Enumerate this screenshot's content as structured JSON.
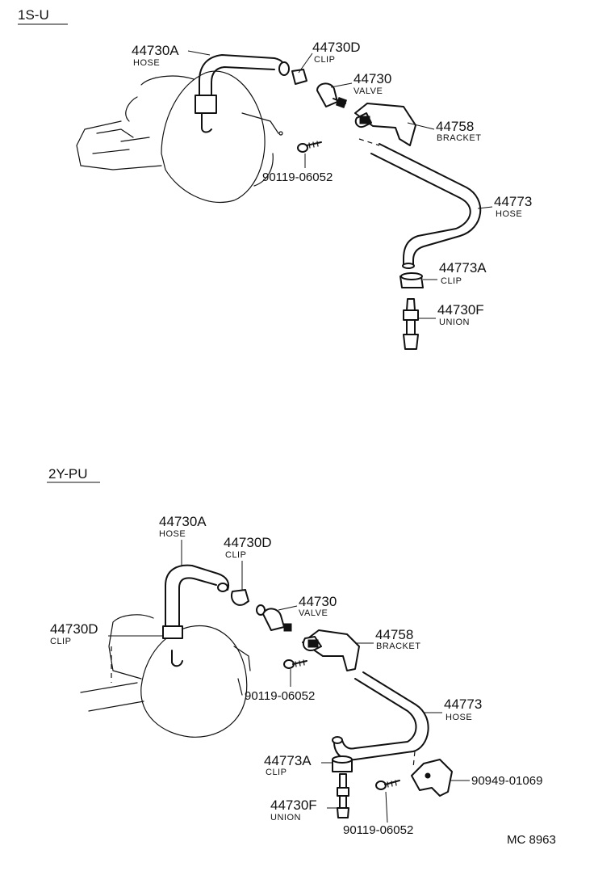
{
  "sections": {
    "top": {
      "title": "1S-U"
    },
    "bottom": {
      "title": "2Y-PU"
    }
  },
  "top_callouts": {
    "hose_a": {
      "number": "44730A",
      "name": "HOSE"
    },
    "clip_d": {
      "number": "44730D",
      "name": "CLIP"
    },
    "valve": {
      "number": "44730",
      "name": "VALVE"
    },
    "bracket": {
      "number": "44758",
      "name": "BRACKET"
    },
    "bolt": {
      "number": "90119-06052"
    },
    "hose": {
      "number": "44773",
      "name": "HOSE"
    },
    "clip_a": {
      "number": "44773A",
      "name": "CLIP"
    },
    "union": {
      "number": "44730F",
      "name": "UNION"
    }
  },
  "bottom_callouts": {
    "hose_a": {
      "number": "44730A",
      "name": "HOSE"
    },
    "clip_d_upper": {
      "number": "44730D",
      "name": "CLIP"
    },
    "clip_d_left": {
      "number": "44730D",
      "name": "CLIP"
    },
    "valve": {
      "number": "44730",
      "name": "VALVE"
    },
    "bracket": {
      "number": "44758",
      "name": "BRACKET"
    },
    "bolt": {
      "number": "90119-06052"
    },
    "hose": {
      "number": "44773",
      "name": "HOSE"
    },
    "clip_a": {
      "number": "44773A",
      "name": "CLIP"
    },
    "union": {
      "number": "44730F",
      "name": "UNION"
    },
    "bolt_lower": {
      "number": "90119-06052"
    },
    "bracket_lower": {
      "number": "90949-01069"
    }
  },
  "footer": {
    "ref_code": "MC 8963"
  }
}
